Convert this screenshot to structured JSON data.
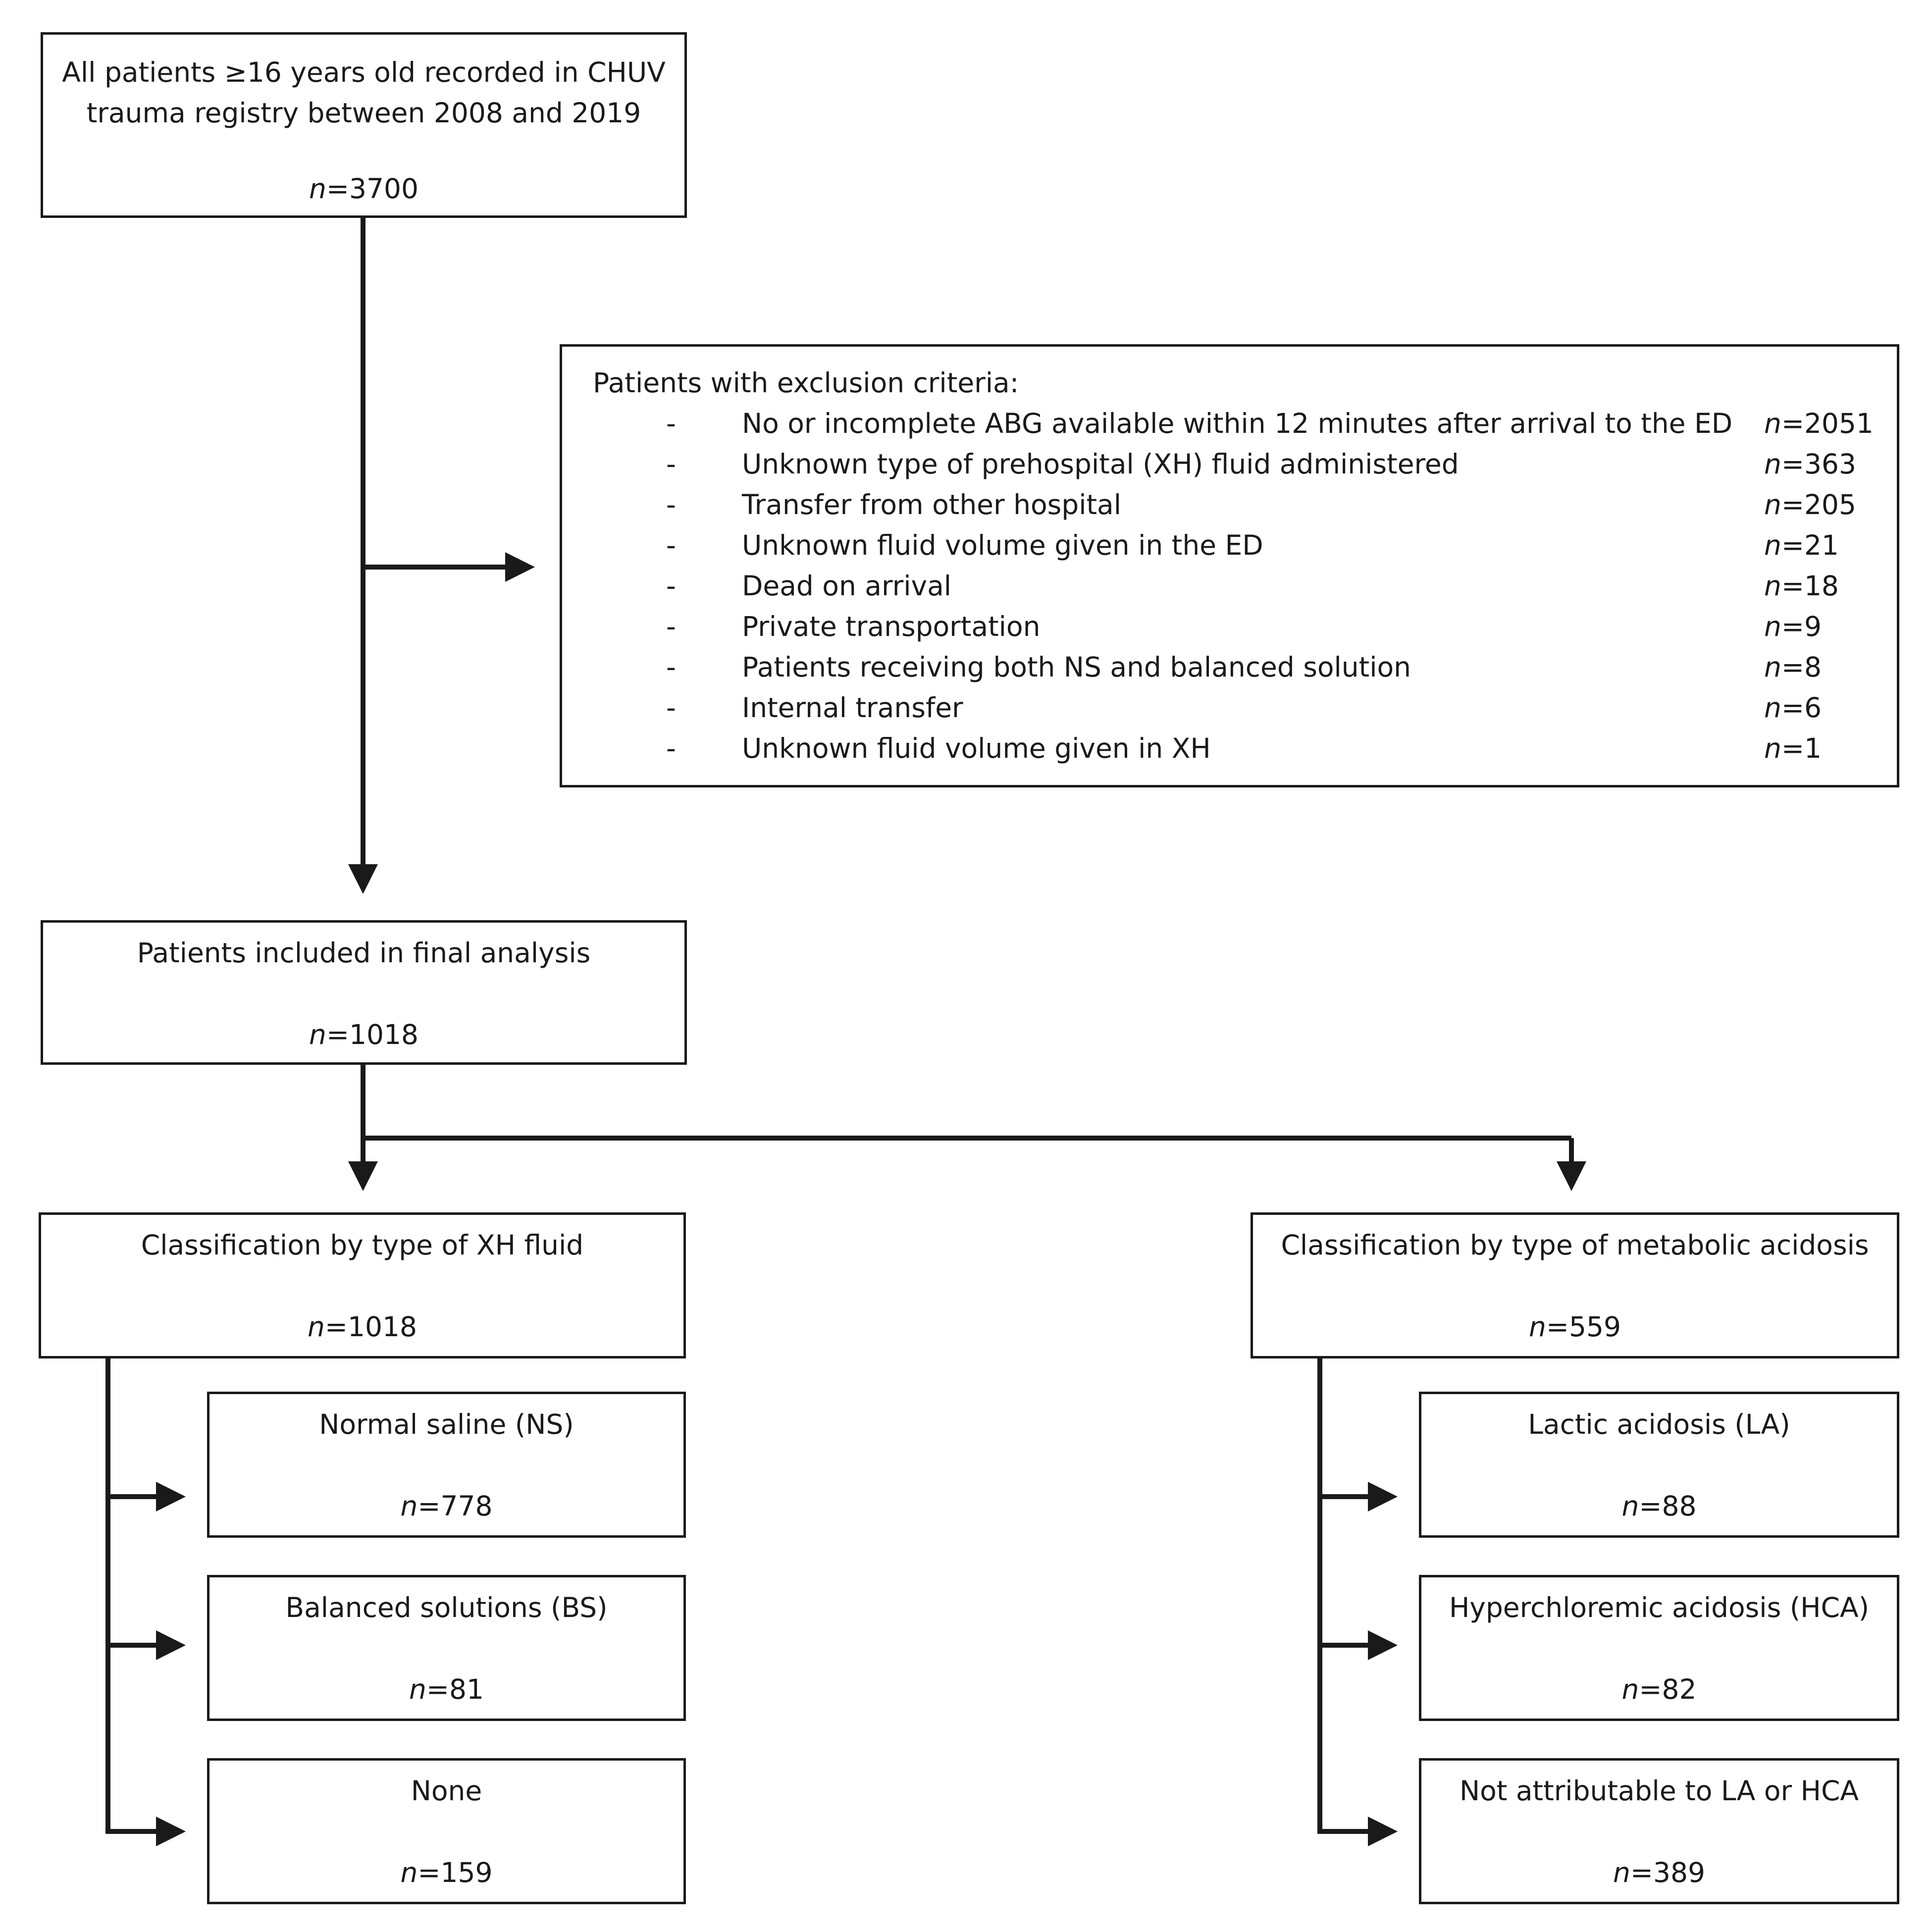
{
  "top_box": {
    "title_line1": "All patients ≥16 years old recorded in CHUV",
    "title_line2": "trauma registry between 2008 and 2019",
    "n_label": "n",
    "n_value": "=3700"
  },
  "exclusion_box": {
    "heading": "Patients with exclusion criteria:",
    "items": [
      {
        "dash": "-",
        "label": "No or incomplete ABG available within 12 minutes after arrival to the ED",
        "n_label": "n",
        "n_value": "=2051"
      },
      {
        "dash": "-",
        "label": "Unknown type of prehospital (XH) fluid administered",
        "n_label": "n",
        "n_value": "=363"
      },
      {
        "dash": "-",
        "label": "Transfer from other hospital",
        "n_label": "n",
        "n_value": "=205"
      },
      {
        "dash": "-",
        "label": "Unknown fluid volume given in the ED",
        "n_label": "n",
        "n_value": "=21"
      },
      {
        "dash": "-",
        "label": "Dead on arrival",
        "n_label": "n",
        "n_value": "=18"
      },
      {
        "dash": "-",
        "label": "Private transportation",
        "n_label": "n",
        "n_value": "=9"
      },
      {
        "dash": "-",
        "label": "Patients receiving both NS and balanced solution",
        "n_label": "n",
        "n_value": "=8"
      },
      {
        "dash": "-",
        "label": "Internal transfer",
        "n_label": "n",
        "n_value": "=6"
      },
      {
        "dash": "-",
        "label": "Unknown fluid volume given in XH",
        "n_label": "n",
        "n_value": "=1"
      }
    ]
  },
  "included_box": {
    "title": "Patients included in final analysis",
    "n_label": "n",
    "n_value": "=1018"
  },
  "xh_fluid_box": {
    "title": "Classification by type of XH fluid",
    "n_label": "n",
    "n_value": "=1018"
  },
  "acidosis_box": {
    "title": "Classification by type of metabolic acidosis",
    "n_label": "n",
    "n_value": "=559"
  },
  "xh_children": [
    {
      "title": "Normal saline (NS)",
      "n_label": "n",
      "n_value": "=778"
    },
    {
      "title": "Balanced solutions (BS)",
      "n_label": "n",
      "n_value": "=81"
    },
    {
      "title": "None",
      "n_label": "n",
      "n_value": "=159"
    }
  ],
  "acidosis_children": [
    {
      "title": "Lactic acidosis (LA)",
      "n_label": "n",
      "n_value": "=88"
    },
    {
      "title": "Hyperchloremic acidosis (HCA)",
      "n_label": "n",
      "n_value": "=82"
    },
    {
      "title": "Not attributable to LA or HCA",
      "n_label": "n",
      "n_value": "=389"
    }
  ]
}
